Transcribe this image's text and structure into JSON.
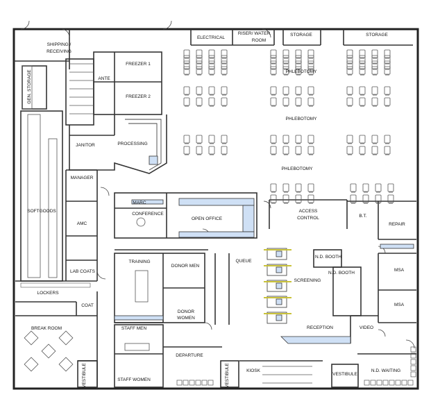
{
  "plan": {
    "rooms": {
      "shipping_receiving_line1": "SHIPPING /",
      "shipping_receiving_line2": "RECEIVING",
      "gen_storage": "GEN. STORAGE",
      "freezer1": "FREEZER 1",
      "freezer2": "FREEZER 2",
      "ante": "ANTE",
      "janitor": "JANITOR",
      "processing": "PROCESSING",
      "electrical": "ELECTRICAL",
      "riser_line1": "RISER/ WATER",
      "riser_line2": "ROOM",
      "storage1": "STORAGE",
      "storage2": "STORAGE",
      "phlebotomy1": "PHLEBOTOMY",
      "phlebotomy2": "PHLEBOTOMY",
      "phlebotomy3": "PHLEBOTOMY",
      "manager": "MANAGER",
      "softgoods": "SOFTGOODS",
      "amc": "AMC",
      "lab_coats": "LAB COATS",
      "lockers": "LOCKERS",
      "coat": "COAT",
      "break_room": "BREAK ROOM",
      "vestibule_left": "VESTIBULE",
      "marc": "MARC",
      "conference": "CONFERENCE",
      "open_office": "OPEN OFFICE",
      "access_control_line1": "ACCESS",
      "access_control_line2": "CONTROL",
      "bt": "B.T.",
      "repair": "REPAIR",
      "training": "TRAINING",
      "donor_men": "DONOR MEN",
      "donor_women_line1": "DONOR",
      "donor_women_line2": "WOMEN",
      "queue": "QUEUE",
      "nd_booth1": "N.D. BOOTH",
      "nd_booth2": "N.D. BOOTH",
      "screening": "SCREENING",
      "msa1": "MSA",
      "msa2": "MSA",
      "staff_men": "STAFF MEN",
      "staff_women": "STAFF WOMEN",
      "departure": "DEPARTURE",
      "vestibule_center": "VESTIBULE",
      "kiosk": "KIOSK",
      "reception": "RECEPTION",
      "video": "VIDEO",
      "vestibule_right": "VESTIBULE",
      "nd_waiting": "N.D. WAITING"
    },
    "colors": {
      "wall": "#222222",
      "furniture": "#555555",
      "counter_fill": "#cfe0f5",
      "accent": "#c9c23a"
    }
  }
}
